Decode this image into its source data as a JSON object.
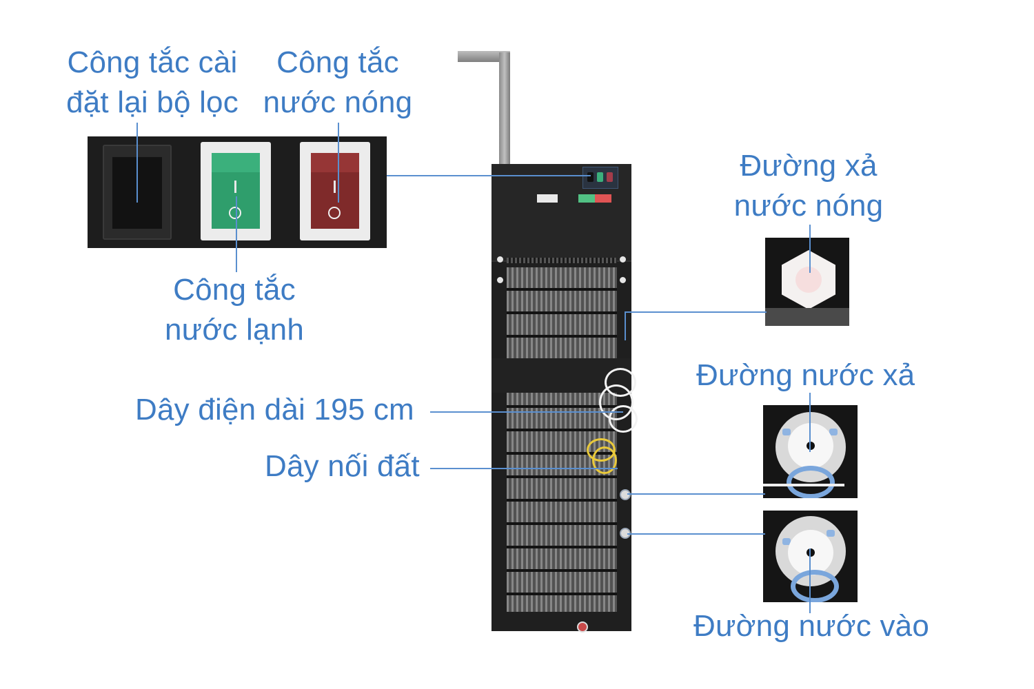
{
  "diagram": {
    "subject": "Water dispenser rear view",
    "accent_color": "#3e7cc4",
    "labels": {
      "filter_reset_switch": [
        "Công tắc cài",
        "đặt lại bộ lọc"
      ],
      "hot_water_switch": [
        "Công tắc",
        "nước nóng"
      ],
      "cold_water_switch": [
        "Công tắc",
        "nước lạnh"
      ],
      "power_cord": "Dây điện dài 195 cm",
      "ground_wire": "Dây nối đất",
      "hot_water_drain": [
        "Đường xả",
        "nước nóng"
      ],
      "drain_line": "Đường nước xả",
      "water_inlet": "Đường nước vào"
    },
    "switch_panel": {
      "switches": [
        {
          "name": "filter-reset",
          "color": "#121212",
          "marks": false
        },
        {
          "name": "cold-water",
          "color": "#2f9e6c",
          "marks": true
        },
        {
          "name": "hot-water",
          "color": "#8a2e2e",
          "marks": true
        }
      ]
    }
  }
}
